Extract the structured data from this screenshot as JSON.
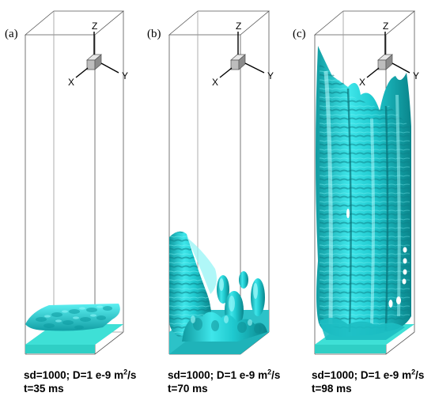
{
  "panels": [
    {
      "label": "(a)",
      "axes": {
        "x": "X",
        "y": "Y",
        "z": "Z"
      },
      "caption": {
        "prefix": "sd=1000; D=1 e-9 m",
        "sup": "2",
        "suffix": "/s",
        "time": "t=35 ms"
      }
    },
    {
      "label": "(b)",
      "axes": {
        "x": "X",
        "y": "Y",
        "z": "Z"
      },
      "caption": {
        "prefix": "sd=1000; D=1 e-9 m",
        "sup": "2",
        "suffix": "/s",
        "time": "t=70 ms"
      }
    },
    {
      "label": "(c)",
      "axes": {
        "x": "X",
        "y": "Y",
        "z": "Z"
      },
      "caption": {
        "prefix": "sd=1000; D=1 e-9 m",
        "sup": "2",
        "suffix": "/s",
        "time": "t=98 ms"
      }
    }
  ],
  "colors": {
    "isosurface": "#22d4d8",
    "isosurface_dark": "#0d8f95",
    "base": "#2fd0c8",
    "frame": "#444444"
  }
}
